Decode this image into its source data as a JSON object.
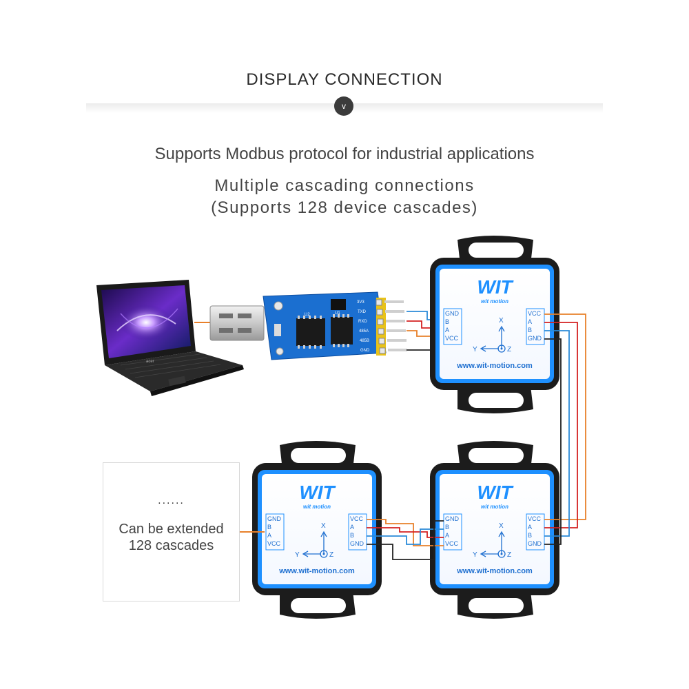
{
  "header": {
    "title": "DISPLAY  CONNECTION",
    "chevron": "v"
  },
  "intro": {
    "line1": "Supports Modbus protocol for industrial applications",
    "line2": "Multiple cascading connections",
    "line3": "(Supports 128 device cascades)"
  },
  "extension_box": {
    "dots": "......",
    "line1": "Can be extended",
    "line2": "128 cascades"
  },
  "sensor": {
    "brand": "WIT",
    "subbrand": "wit motion",
    "url": "www.wit-motion.com",
    "left_pins": [
      "GND",
      "B",
      "A",
      "VCC"
    ],
    "right_pins": [
      "VCC",
      "A",
      "B",
      "GND"
    ],
    "axis_x": "X",
    "axis_y": "Y",
    "axis_z": "Z"
  },
  "adapter": {
    "pin_labels": [
      "3V3",
      "TXD",
      "RXD",
      "485A",
      "485B",
      "GND"
    ],
    "chip_labels": [
      "U2",
      "U1"
    ]
  },
  "laptop": {
    "keyboard_brand": "acer"
  },
  "colors": {
    "sensor_face": "#1e90ff",
    "wire_orange": "#e8802a",
    "wire_red": "#d42020",
    "wire_blue": "#2a8ad8",
    "wire_black": "#222222",
    "pcb": "#1b6fd0"
  }
}
